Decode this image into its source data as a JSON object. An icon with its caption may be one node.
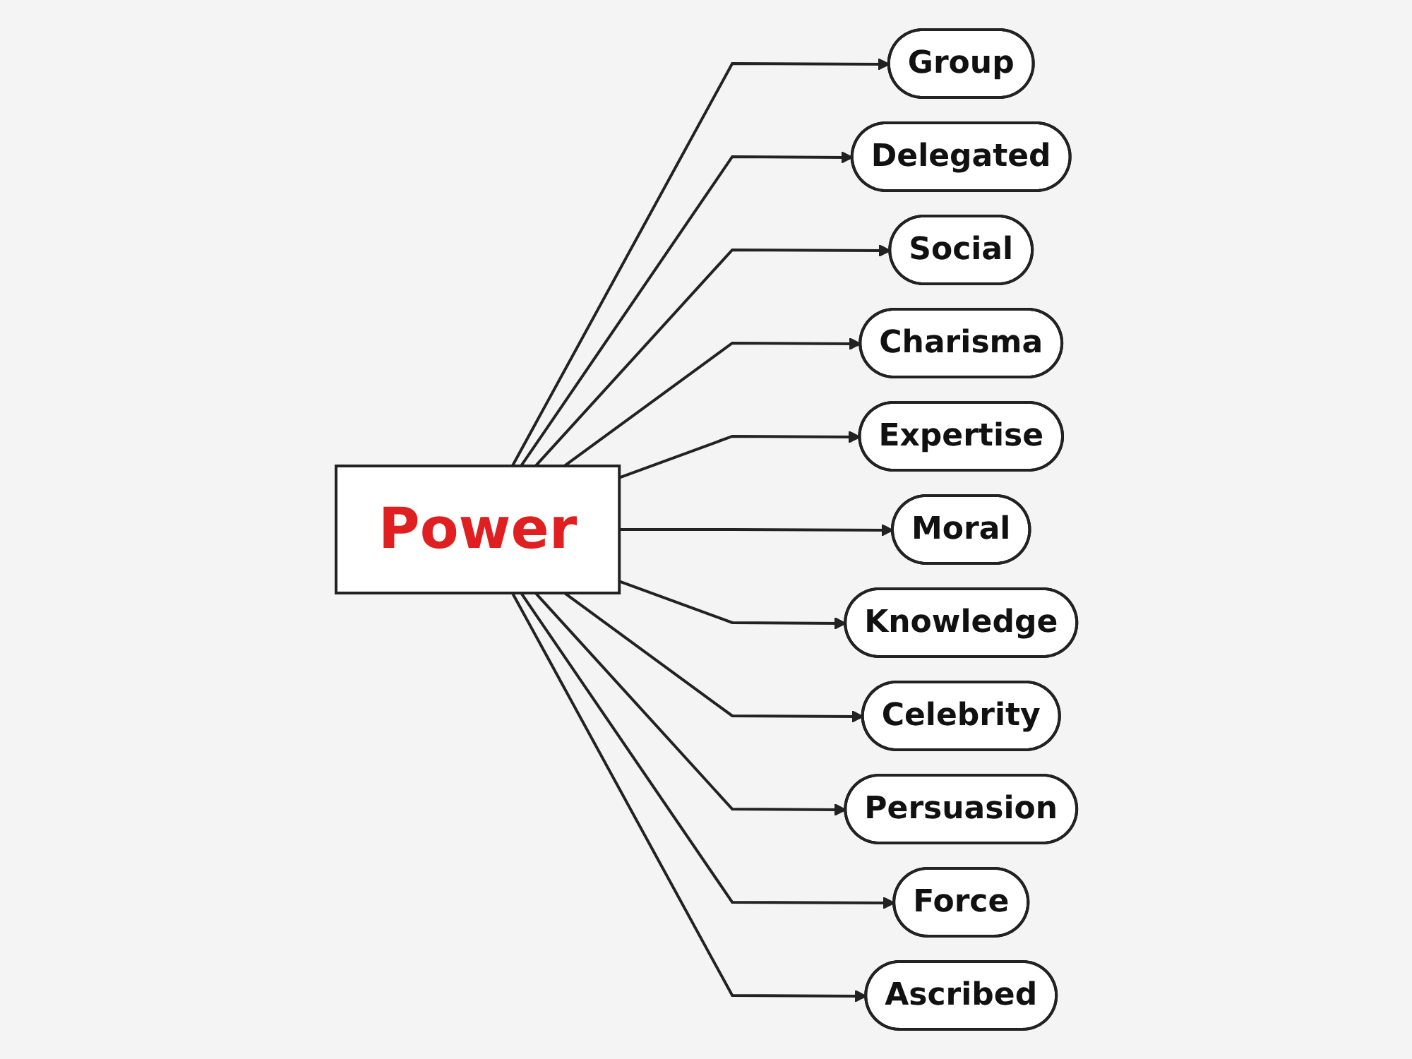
{
  "diagram": {
    "nodes": [
      {
        "text": [
          "Power"
        ]
      },
      {
        "text": [
          "Group"
        ]
      },
      {
        "text": [
          "Delegated"
        ]
      },
      {
        "text": [
          "Social"
        ]
      },
      {
        "text": [
          "Charisma"
        ]
      },
      {
        "text": [
          "Expertise"
        ]
      },
      {
        "text": [
          "Moral"
        ]
      },
      {
        "text": [
          "Knowledge"
        ]
      },
      {
        "text": [
          "Celebrity"
        ]
      },
      {
        "text": [
          "Persuasion"
        ]
      },
      {
        "text": [
          "Force"
        ]
      },
      {
        "text": [
          "Ascribed"
        ]
      }
    ],
    "edges": [
      {
        "from": 0,
        "to": 1,
        "arrow": "to"
      },
      {
        "from": 0,
        "to": 2,
        "arrow": "to"
      },
      {
        "from": 0,
        "to": 3,
        "arrow": "to"
      },
      {
        "from": 0,
        "to": 4,
        "arrow": "to"
      },
      {
        "from": 0,
        "to": 5,
        "arrow": "to"
      },
      {
        "from": 0,
        "to": 6,
        "arrow": "to"
      },
      {
        "from": 0,
        "to": 7,
        "arrow": "to"
      },
      {
        "from": 0,
        "to": 8,
        "arrow": "to"
      },
      {
        "from": 0,
        "to": 9,
        "arrow": "to"
      },
      {
        "from": 0,
        "to": 10,
        "arrow": "to"
      },
      {
        "from": 0,
        "to": 11,
        "arrow": "to"
      }
    ]
  }
}
